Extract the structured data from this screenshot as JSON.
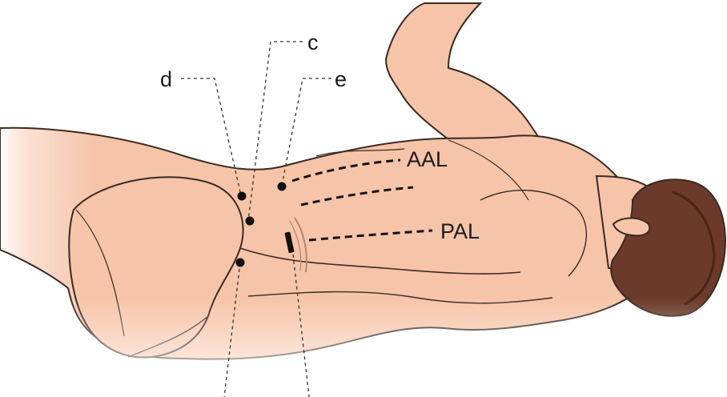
{
  "labels": {
    "c": "c",
    "d": "d",
    "e": "e",
    "aal": "AAL",
    "pal": "PAL"
  },
  "colors": {
    "skin": "#f6c4a8",
    "skin_light": "#fbdccb",
    "outline": "#3a2a24",
    "hair": "#6b3a2a",
    "hair_dark": "#4a2418",
    "marker": "#111111",
    "leader": "#333333",
    "scar": "#b08a6a"
  }
}
